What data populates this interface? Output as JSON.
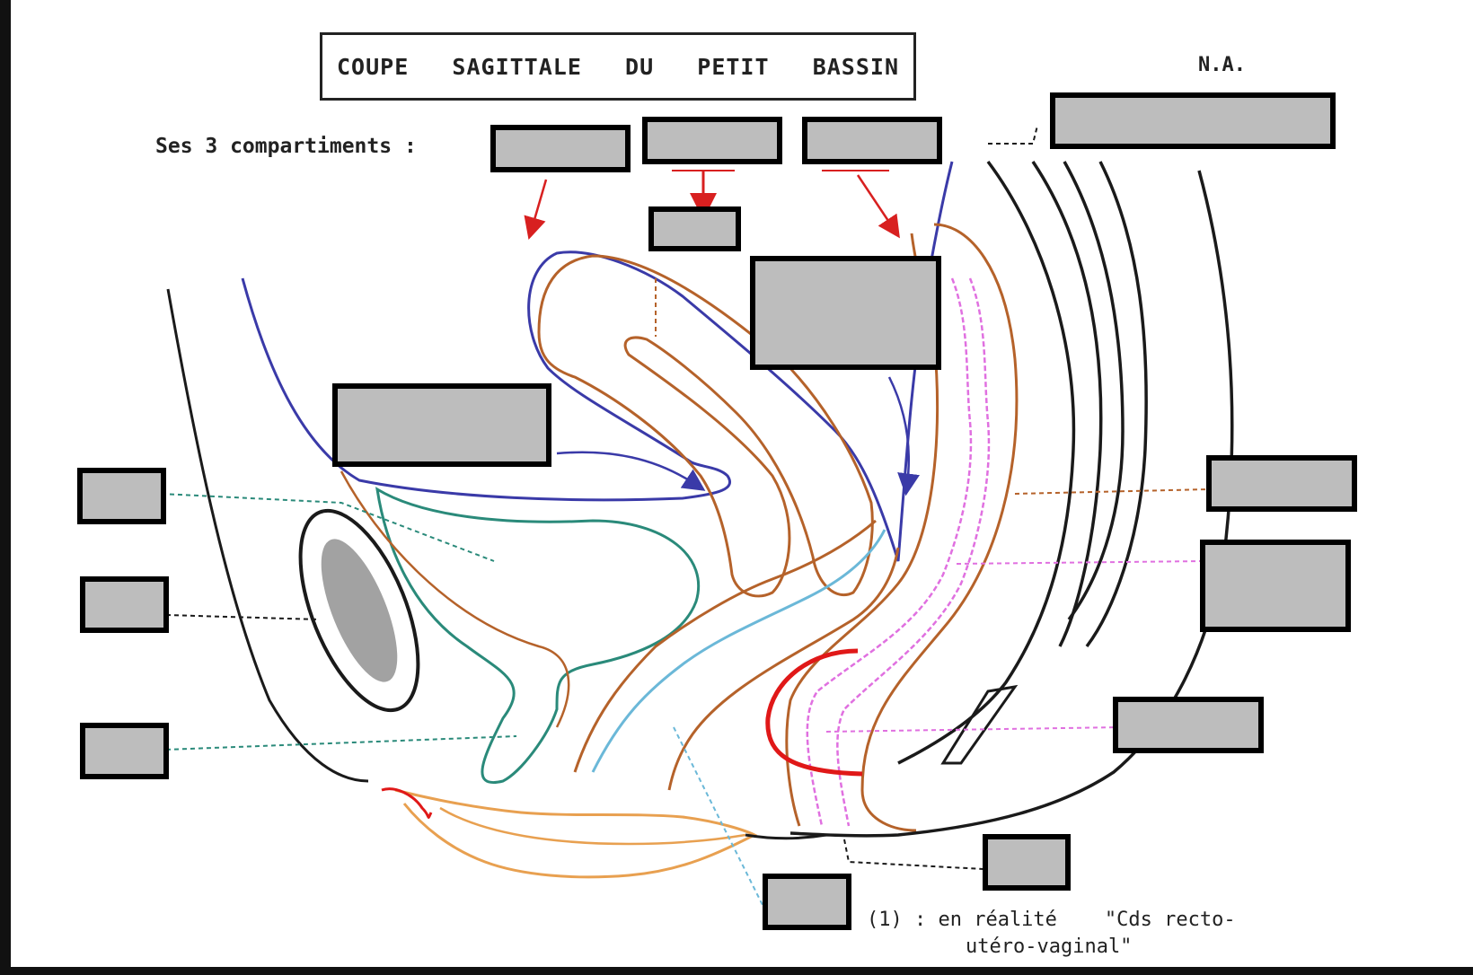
{
  "title": "COUPE   SAGITTALE   DU   PETIT   BASSIN",
  "subtitle": "Ses 3 compartiments :",
  "author": "N.A.",
  "footnote_line1": "(1) : en réalité    \"Cds recto-",
  "footnote_line2": "utéro-vaginal\"",
  "colors": {
    "outline": "#1a1a1a",
    "peritoneum": "#3a3aa8",
    "uterus_wall": "#b5622a",
    "bladder": "#2a8a7a",
    "vagina": "#6bb8d8",
    "rectum": "#e070e0",
    "sphincter": "#e01818",
    "perineum": "#e8a050",
    "arrow": "#d82020",
    "label_fill": "#bdbdbd",
    "label_border": "#000000"
  }
}
